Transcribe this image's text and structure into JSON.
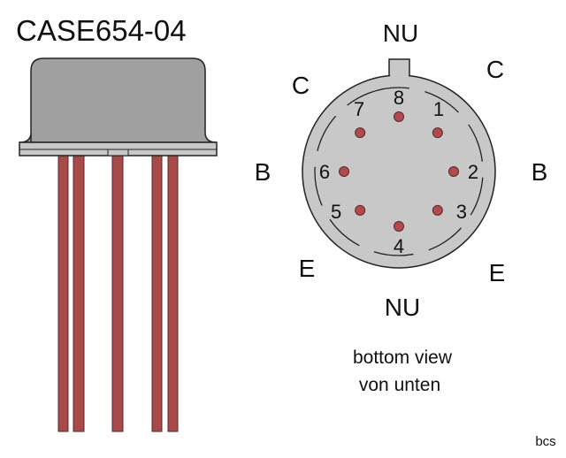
{
  "title": "CASE654-04",
  "bottom_view": {
    "pins": [
      "1",
      "2",
      "3",
      "4",
      "5",
      "6",
      "7",
      "8"
    ],
    "labels": {
      "top": "NU",
      "bottom": "NU",
      "top_left": "C",
      "top_right": "C",
      "left": "B",
      "right": "B",
      "bottom_left": "E",
      "bottom_right": "E"
    },
    "caption_line1": "bottom view",
    "caption_line2": "von unten"
  },
  "credit": "bcs",
  "colors": {
    "body": "#a0a0a0",
    "flange": "#c8c8c8",
    "lead": "#a84a4a",
    "socket": "#c8c8c8",
    "pin": "#b04a4e"
  }
}
